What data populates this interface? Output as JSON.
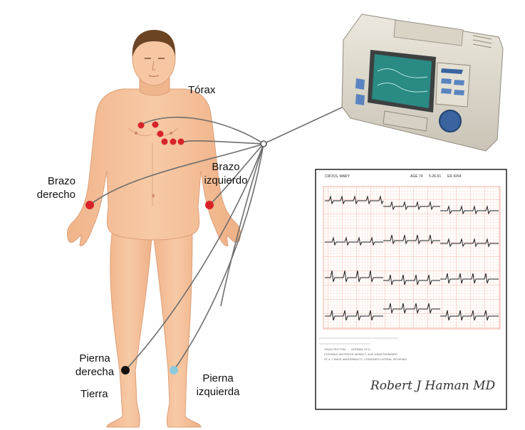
{
  "labels": {
    "torax": "Tórax",
    "brazo_derecho": [
      "Brazo",
      "derecho"
    ],
    "brazo_izquierdo": [
      "Brazo",
      "izquierdo"
    ],
    "pierna_derecha": [
      "Pierna",
      "derecha"
    ],
    "tierra": "Tierra",
    "pierna_izquierda": [
      "Pierna",
      "izquierda"
    ]
  },
  "ecg_report": {
    "patient_name": "CROSS, MARY",
    "age": "AGE 74",
    "date": "5-26-91",
    "record_no": "ER 4264",
    "notes": [
      "SINUS RHYTHM . . . NORMAL ECG",
      "POSSIBLE ANTERIOR INFARCT, AGE UNDETERMINED",
      "ST & T WAVE ABNORMALITY, CONSIDER LATERAL ISCHEMIA"
    ],
    "signature": "Robert J Haman MD"
  },
  "colors": {
    "skin": "#f5c39c",
    "electrode_red": "#d8232a",
    "electrode_black": "#111111",
    "electrode_blue": "#8ccbdc",
    "ecg_grid": "#f6b8a6",
    "monitor_screen": "#2a8a84"
  }
}
